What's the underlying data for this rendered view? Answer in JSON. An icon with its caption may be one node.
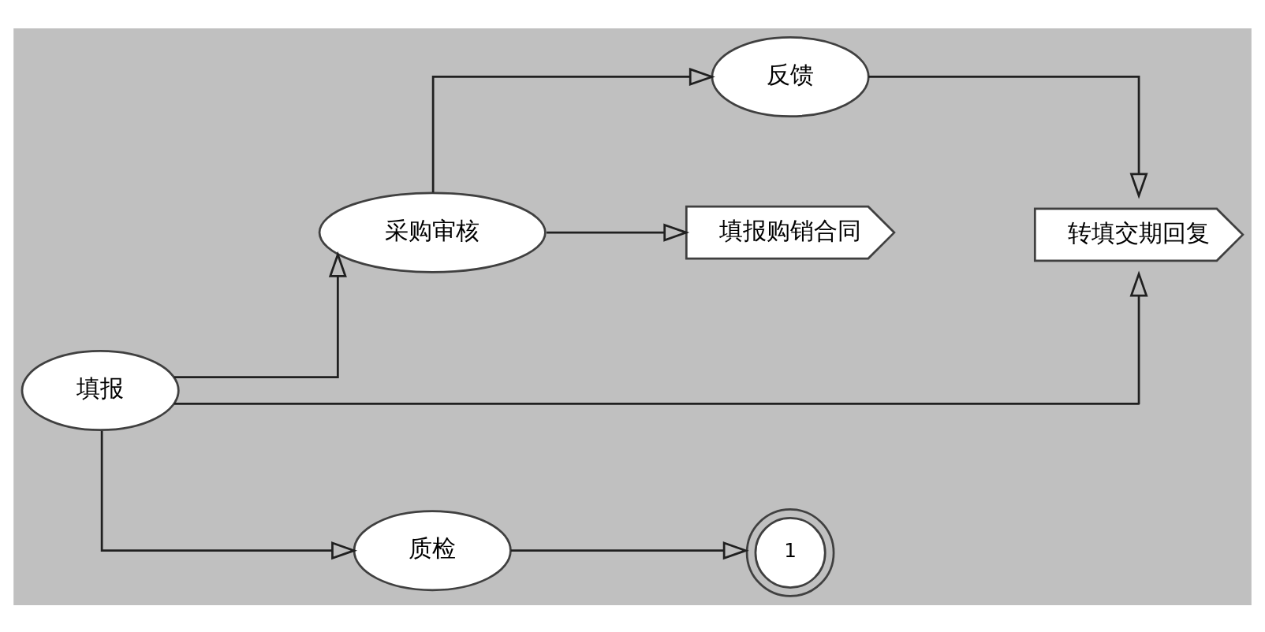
{
  "diagram": {
    "nodes": [
      {
        "text": [
          "填报"
        ]
      },
      {
        "text": [
          "采购审核"
        ]
      },
      {
        "text": [
          "反馈"
        ]
      },
      {
        "text": [
          "转填交期回复"
        ]
      },
      {
        "text": [
          "填报购销合同"
        ]
      },
      {
        "text": [
          "质检"
        ]
      },
      {
        "text": [
          "1"
        ]
      }
    ],
    "edges": [
      {
        "from": 0,
        "to": 1,
        "arrow": "to"
      },
      {
        "from": 0,
        "to": 3,
        "arrow": "to"
      },
      {
        "from": 0,
        "to": 5,
        "arrow": "to"
      },
      {
        "from": 1,
        "to": 2,
        "arrow": "to"
      },
      {
        "from": 1,
        "to": 4,
        "arrow": "to"
      },
      {
        "from": 2,
        "to": 3,
        "arrow": "to"
      },
      {
        "from": 5,
        "to": 6,
        "arrow": "to"
      }
    ]
  }
}
